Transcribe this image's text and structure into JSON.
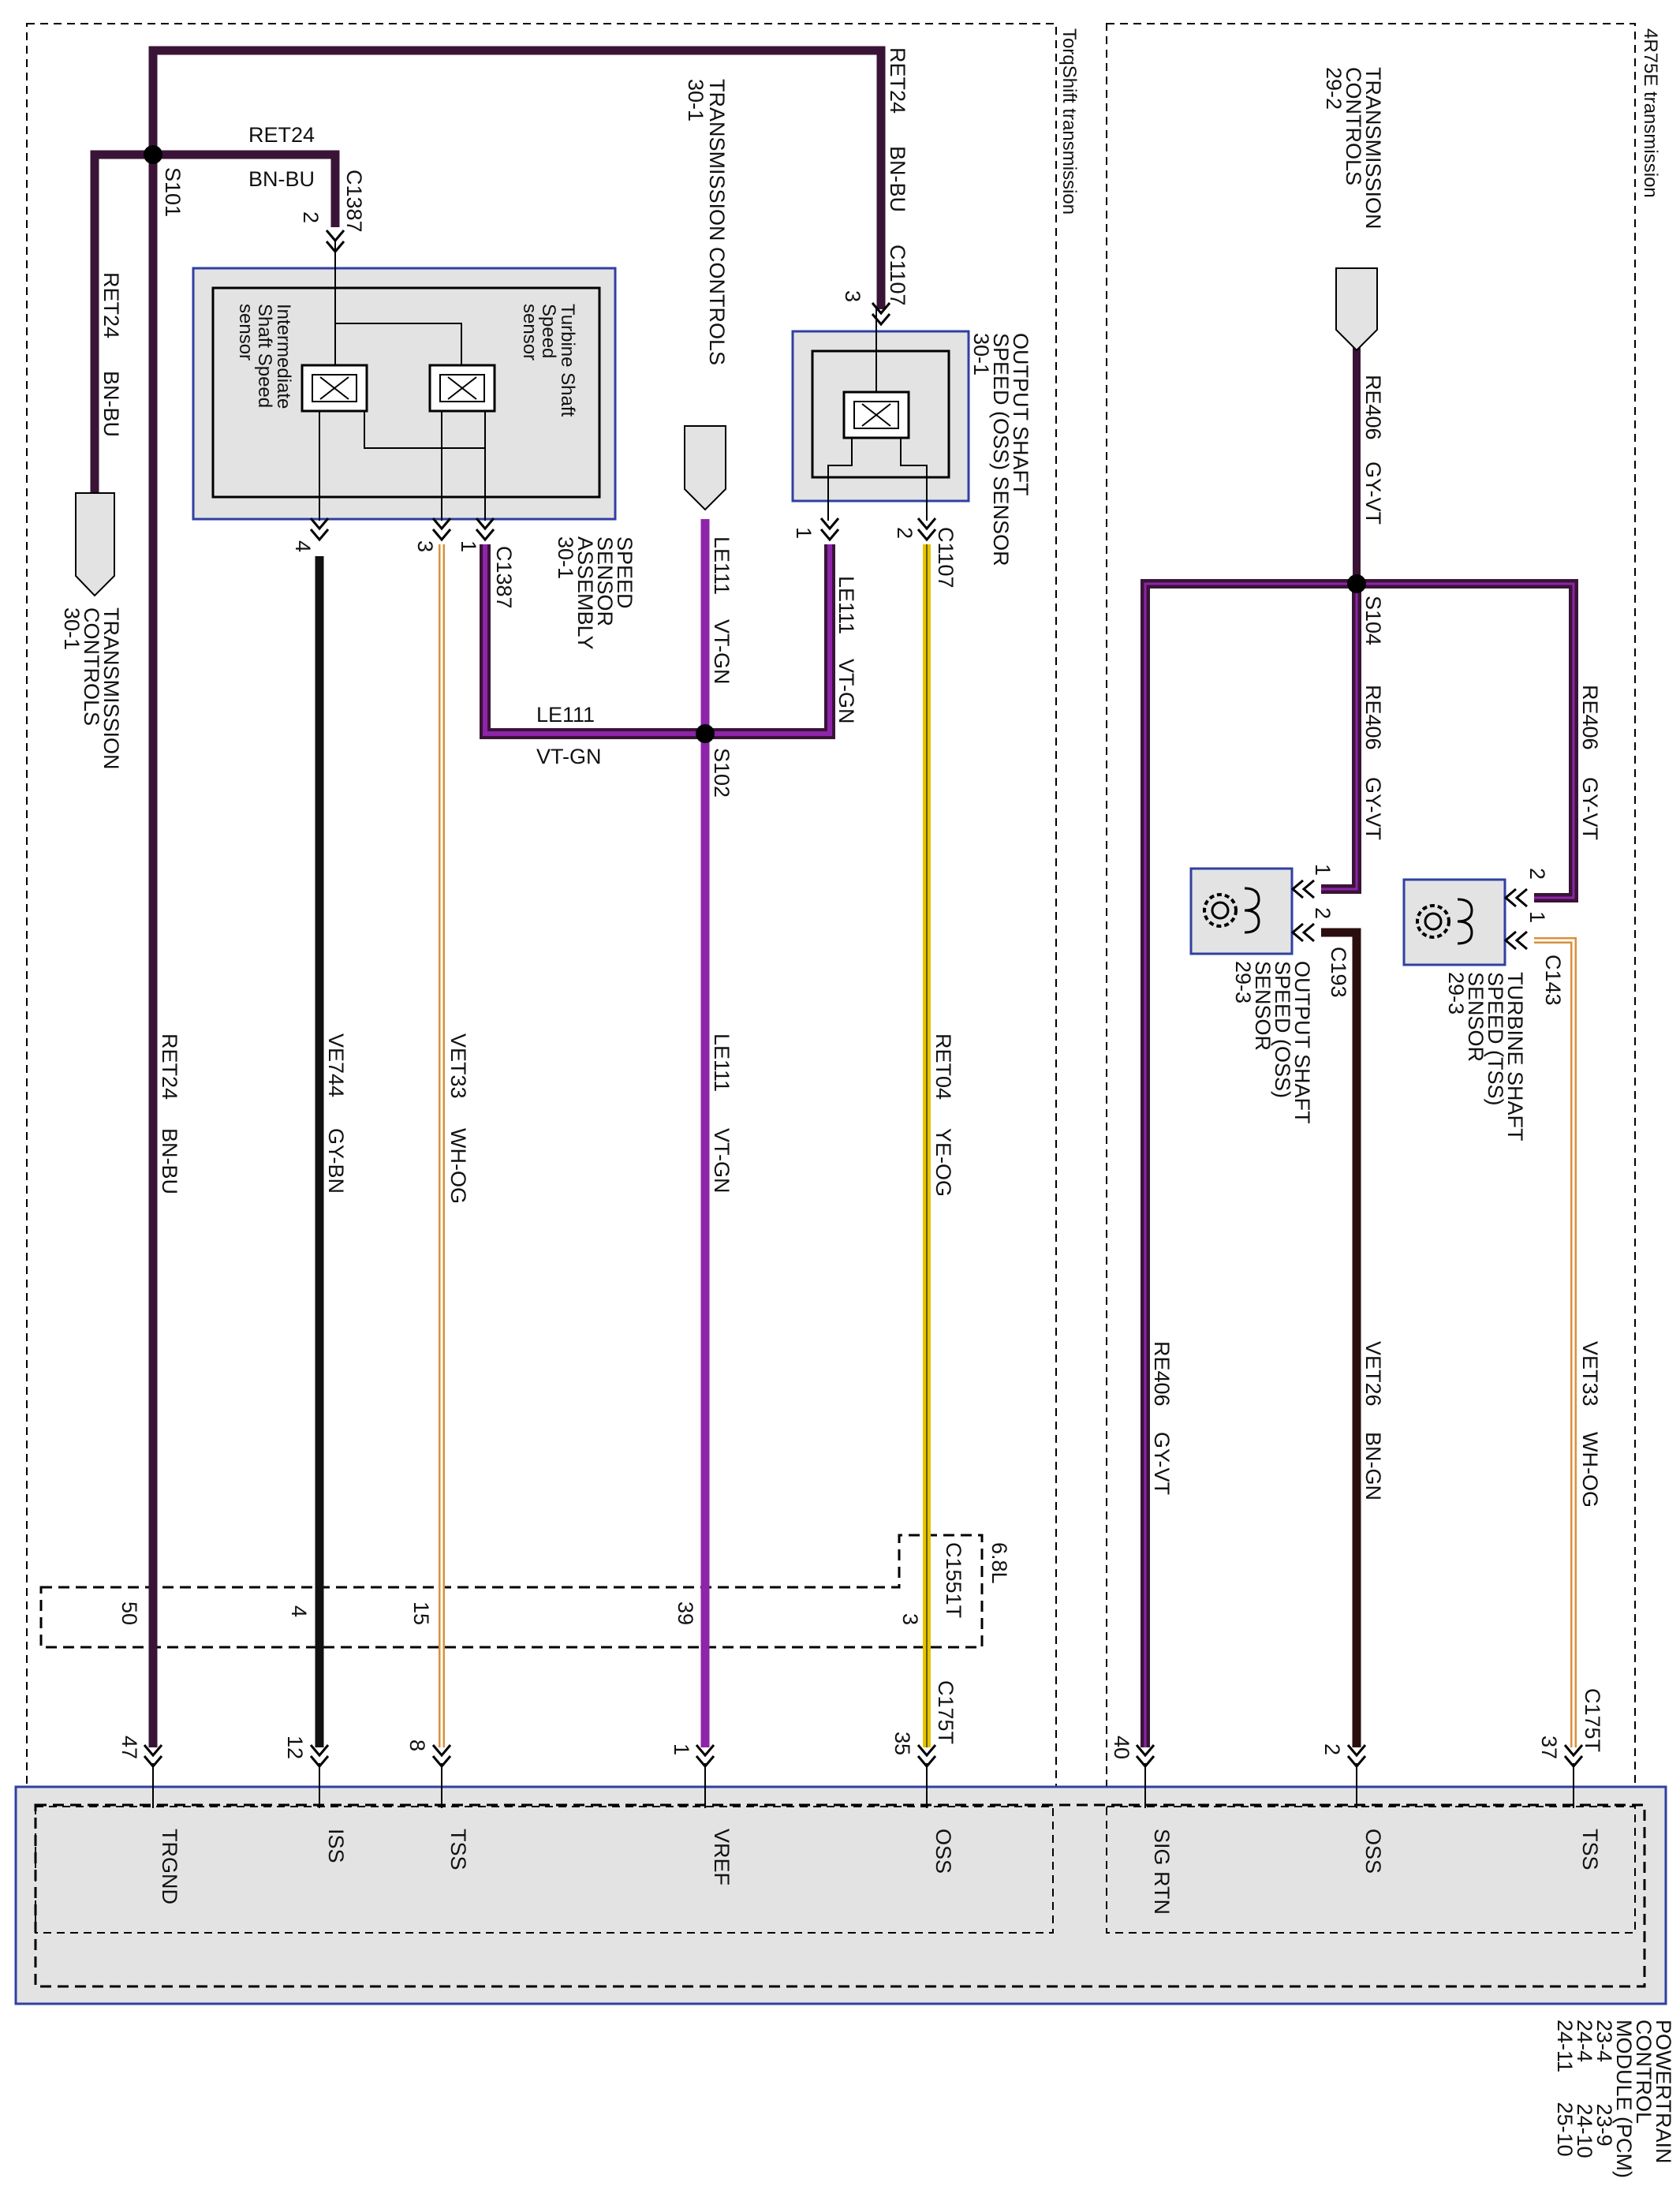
{
  "sections": {
    "torqshift": "TorqShift transmission",
    "r4r75e": "4R75E transmission"
  },
  "references": {
    "tc_301_left": [
      "TRANSMISSION",
      "CONTROLS",
      "30-1"
    ],
    "tc_301_mid": [
      "TRANSMISSION CONTROLS",
      "30-1"
    ],
    "tc_292": [
      "TRANSMISSION",
      "CONTROLS",
      "29-2"
    ]
  },
  "components": {
    "speed_sensor_assembly": [
      "SPEED",
      "SENSOR",
      "ASSEMBLY",
      "30-1"
    ],
    "turbine_sensor_label": [
      "Turbine Shaft",
      "Speed",
      "sensor"
    ],
    "intermediate_sensor_label": [
      "Intermediate",
      "Shaft Speed",
      "sensor"
    ],
    "oss_torq": [
      "OUTPUT SHAFT",
      "SPEED (OSS) SENSOR",
      "30-1"
    ],
    "tss_4r75e": [
      "TURBINE SHAFT",
      "SPEED (TSS)",
      "SENSOR",
      "29-3"
    ],
    "oss_4r75e": [
      "OUTPUT SHAFT",
      "SPEED (OSS)",
      "SENSOR",
      "29-3"
    ],
    "pcm": [
      "POWERTRAIN",
      "CONTROL",
      "MODULE (PCM)",
      "23-4       23-9",
      "24-4       24-10",
      "24-11     25-10"
    ]
  },
  "splices": {
    "s101": "S101",
    "s102": "S102",
    "s104": "S104"
  },
  "connectors": {
    "c1387": "C1387",
    "c1107": "C1107",
    "c1551t": "C1551T",
    "c175t": "C175T",
    "c143": "C143",
    "c193": "C193",
    "engine": "6.8L"
  },
  "wires": {
    "ret24": "RET24",
    "bnbu": "BN-BU",
    "le111": "LE111",
    "vtgn": "VT-GN",
    "ve744": "VE744",
    "gybn": "GY-BN",
    "vet33": "VET33",
    "whog": "WH-OG",
    "ret04": "RET04",
    "yeog": "YE-OG",
    "re406": "RE406",
    "gyvt": "GY-VT",
    "vet26": "VET26",
    "bngn": "BN-GN"
  },
  "pins": {
    "c1387_2": "2",
    "c1387_4": "4",
    "c1387_3": "3",
    "c1387_1": "1",
    "c1107_3": "3",
    "c1107_1": "1",
    "c1107_2": "2",
    "c1551_50": "50",
    "c1551_4": "4",
    "c1551_15": "15",
    "c1551_39": "39",
    "c1551_3": "3",
    "c175_47": "47",
    "c175_12": "12",
    "c175_8": "8",
    "c175_1": "1",
    "c175_35": "35",
    "c175_40": "40",
    "c175_2": "2",
    "c175_37": "37",
    "c143_2": "2",
    "c143_1": "1",
    "c193_1": "1",
    "c193_2": "2"
  },
  "pcm_pins": {
    "trgnd": "TRGND",
    "iss": "ISS",
    "tss": "TSS",
    "vref": "VREF",
    "oss": "OSS",
    "sigrtn": "SIG RTN",
    "oss2": "OSS",
    "tss2": "TSS"
  },
  "colors": {
    "ret24": "#3a1436",
    "le111": "#8e24aa",
    "ve744": "#111111",
    "vet33": "#d8903a",
    "ret04": "#e6c400",
    "re406": "#3a1436",
    "vet26": "#2a0e0e",
    "module_fill": "#e3e3e3",
    "module_border": "#3040a0"
  }
}
